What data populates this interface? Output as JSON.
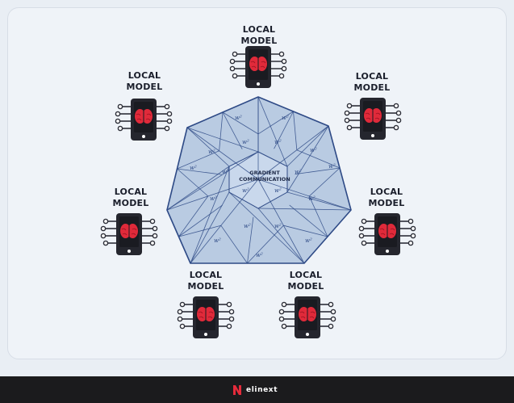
{
  "colors": {
    "background": "#eff3f8",
    "heptagon_fill": "#b9cbe2",
    "heptagon_stroke": "#2e4a86",
    "device_body": "#25262e",
    "brain": "#e02a3a",
    "circuit": "#2d2f39",
    "footer": "#1b1b1d",
    "brand_red": "#e52b3b"
  },
  "center": {
    "line1": "GRADIENT",
    "line2": "COMMUNICATION"
  },
  "weight_label": "w²",
  "nodes": [
    {
      "id": "top",
      "line1": "LOCAL",
      "line2": "MODEL",
      "icon": "brain-device-icon"
    },
    {
      "id": "upper-left",
      "line1": "LOCAL",
      "line2": "MODEL",
      "icon": "brain-device-icon"
    },
    {
      "id": "upper-right",
      "line1": "LOCAL",
      "line2": "MODEL",
      "icon": "brain-device-icon"
    },
    {
      "id": "left",
      "line1": "LOCAL",
      "line2": "MODEL",
      "icon": "brain-device-icon"
    },
    {
      "id": "right",
      "line1": "LOCAL",
      "line2": "MODEL",
      "icon": "brain-device-icon"
    },
    {
      "id": "bottom-left",
      "line1": "LOCAL",
      "line2": "MODEL",
      "icon": "brain-device-icon"
    },
    {
      "id": "bottom-right",
      "line1": "LOCAL",
      "line2": "MODEL",
      "icon": "brain-device-icon"
    }
  ],
  "footer": {
    "brand": "elinext",
    "logo_icon": "elinext-logo-icon"
  }
}
